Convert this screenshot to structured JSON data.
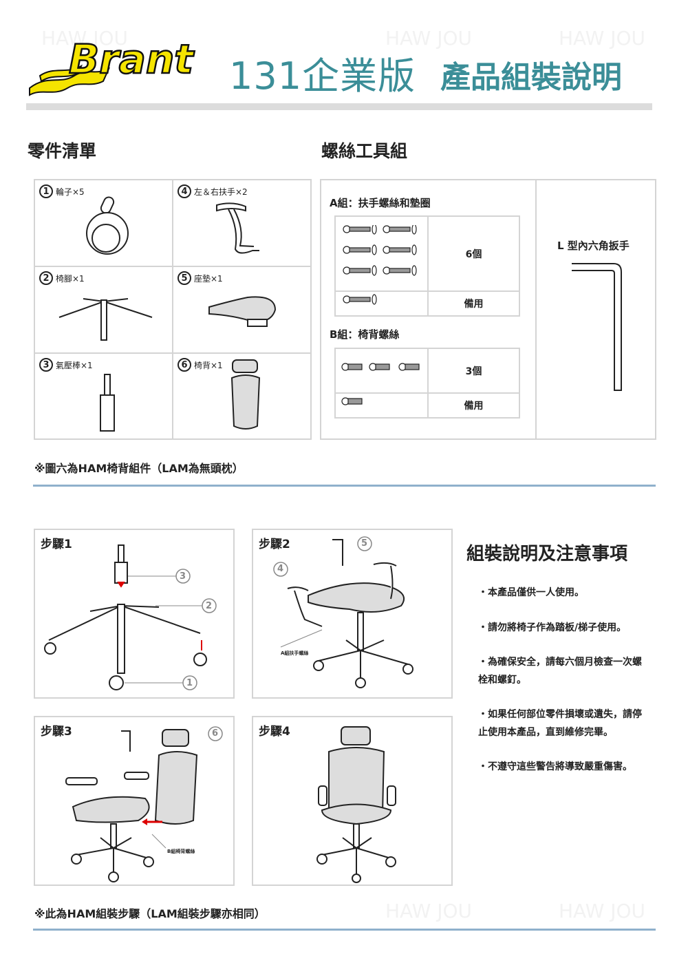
{
  "header": {
    "logo_text": "Brant",
    "title_model": "131企業版",
    "title_doc": "產品組裝說明"
  },
  "parts": {
    "heading": "零件清單",
    "items": [
      {
        "num": "1",
        "label": "輪子×5"
      },
      {
        "num": "4",
        "label": "左＆右扶手×2"
      },
      {
        "num": "2",
        "label": "椅腳×1"
      },
      {
        "num": "5",
        "label": "座墊×1"
      },
      {
        "num": "3",
        "label": "氣壓棒×1"
      },
      {
        "num": "6",
        "label": "椅背×1"
      }
    ],
    "note": "※圖六為HAM椅背組件（LAM為無頭枕）"
  },
  "screws": {
    "heading": "螺絲工具組",
    "group_a": {
      "title": "A組：扶手螺絲和墊圈",
      "qty": "6個",
      "spare": "備用"
    },
    "group_b": {
      "title": "B組：椅背螺絲",
      "qty": "3個",
      "spare": "備用"
    },
    "wrench": "L 型內六角扳手"
  },
  "steps": [
    {
      "label": "步驟1",
      "callouts": [
        "3",
        "2",
        "1"
      ]
    },
    {
      "label": "步驟2",
      "callouts": [
        "5",
        "4"
      ],
      "caption": "A組扶手螺絲"
    },
    {
      "label": "步驟3",
      "callouts": [
        "6"
      ],
      "caption": "B組椅背螺絲"
    },
    {
      "label": "步驟4"
    }
  ],
  "instructions": {
    "heading": "組裝說明及注意事項",
    "bullets": [
      "・本產品僅供一人使用。",
      "・請勿將椅子作為踏板/梯子使用。",
      "・為確保安全，請每六個月檢查一次螺栓和螺釘。",
      "・如果任何部位零件損壞或遺失，請停止使用本產品，直到維修完畢。",
      "・不遵守這些警告將導致嚴重傷害。"
    ]
  },
  "footer_note": "※此為HAM組裝步驟（LAM組裝步驟亦相同）",
  "colors": {
    "brand_teal": "#3b8e98",
    "logo_yellow": "#f5e400",
    "divider_blue": "#8fb0cc"
  }
}
